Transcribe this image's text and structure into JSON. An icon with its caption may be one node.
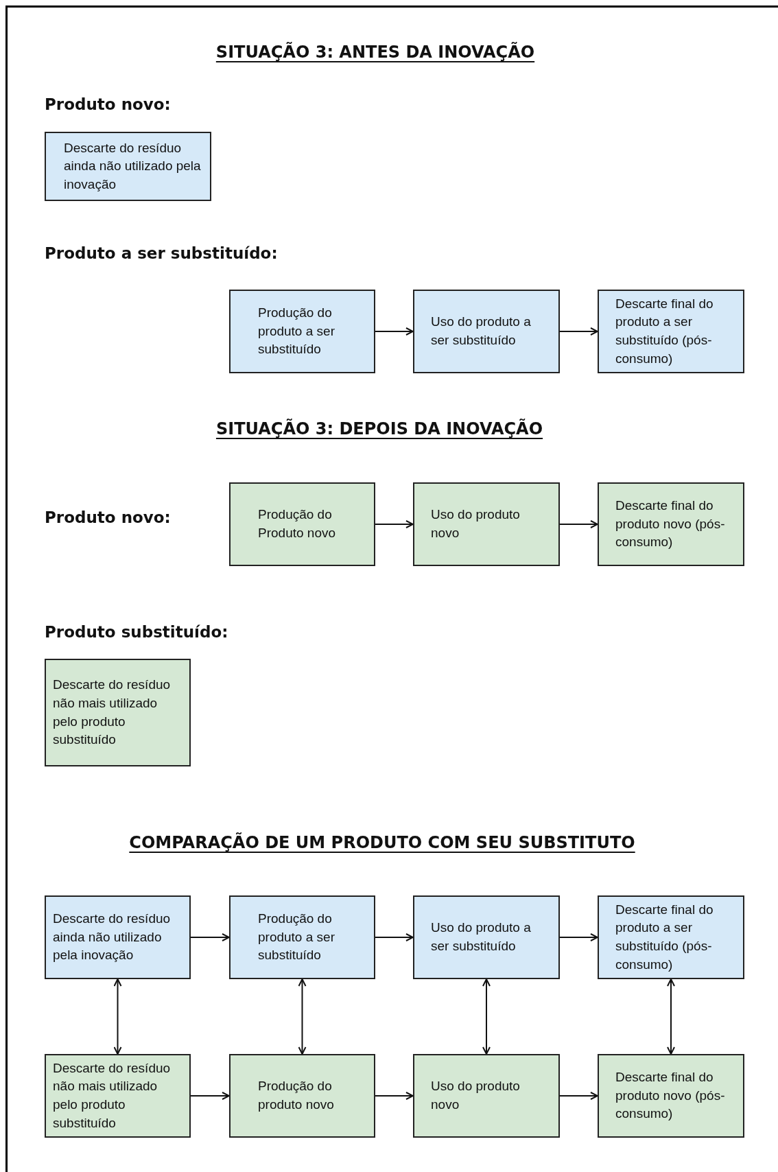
{
  "diagram": {
    "title": "SITUAÇÃO 3: ANTES DA INOVAÇÃO",
    "nodes": [
      {
        "text": [
          "Descarte do resíduo ainda não utilizado pela inovação"
        ]
      },
      {
        "text": [
          "Produção do produto a ser substituído"
        ]
      },
      {
        "text": [
          "Uso do produto a ser substituído"
        ]
      },
      {
        "text": [
          "Descarte final do produto a ser substituído (pós-consumo)"
        ]
      },
      {
        "text": [
          "Produção do Produto novo"
        ]
      },
      {
        "text": [
          "Uso do produto novo"
        ]
      },
      {
        "text": [
          "Descarte final do produto novo (pós-consumo)"
        ]
      },
      {
        "text": [
          "Descarte do resíduo não mais utilizado pelo produto substituído"
        ]
      },
      {
        "text": [
          "Descarte do resíduo ainda não utilizado pela inovação"
        ]
      },
      {
        "text": [
          "Produção do produto a ser substituído"
        ]
      },
      {
        "text": [
          "Uso do produto a ser substituído"
        ]
      },
      {
        "text": [
          "Descarte final do produto a ser substituído (pós-consumo)"
        ]
      },
      {
        "text": [
          "Descarte do resíduo não mais utilizado pelo produto substituído"
        ]
      },
      {
        "text": [
          "Produção do produto novo"
        ]
      },
      {
        "text": [
          "Uso do produto novo"
        ]
      },
      {
        "text": [
          "Descarte final do produto novo (pós-consumo)"
        ]
      }
    ],
    "edges": [
      {
        "from": 1,
        "to": 2,
        "arrow": "to"
      },
      {
        "from": 2,
        "to": 3,
        "arrow": "to"
      },
      {
        "from": 4,
        "to": 5,
        "arrow": "to"
      },
      {
        "from": 5,
        "to": 6,
        "arrow": "to"
      },
      {
        "from": 8,
        "to": 9,
        "arrow": "to"
      },
      {
        "from": 9,
        "to": 10,
        "arrow": "to"
      },
      {
        "from": 10,
        "to": 11,
        "arrow": "to"
      },
      {
        "from": 12,
        "to": 13,
        "arrow": "to"
      },
      {
        "from": 13,
        "to": 14,
        "arrow": "to"
      },
      {
        "from": 14,
        "to": 15,
        "arrow": "to"
      },
      {
        "from": 8,
        "to": 12,
        "arrow": "both"
      },
      {
        "from": 9,
        "to": 13,
        "arrow": "both"
      },
      {
        "from": 10,
        "to": 14,
        "arrow": "both"
      },
      {
        "from": 11,
        "to": 15,
        "arrow": "both"
      }
    ],
    "labels": [
      "Produto novo:",
      "Produto a ser substituído:",
      "SITUAÇÃO 3: DEPOIS DA INOVAÇÃO",
      "Produto novo:",
      "Produto substituído:",
      "COMPARAÇÃO DE UM PRODUTO COM SEU SUBSTITUTO"
    ]
  }
}
